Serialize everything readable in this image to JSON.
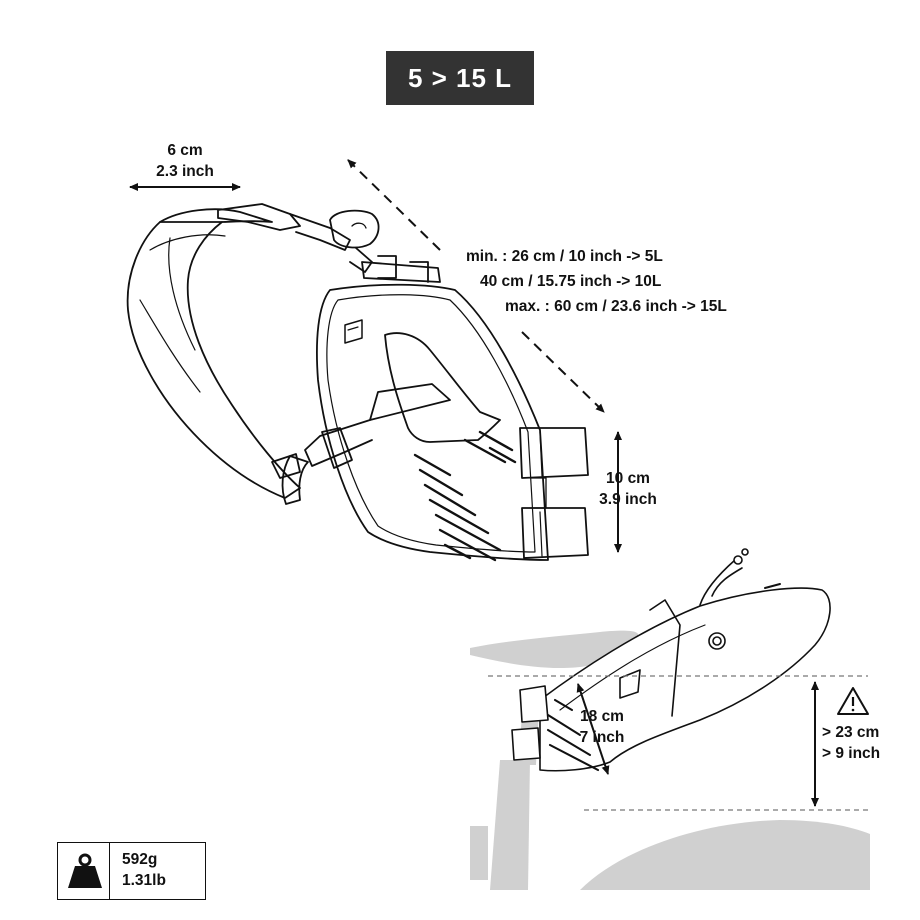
{
  "capacity": {
    "label": "5 > 15 L"
  },
  "width_dim": {
    "cm": "6 cm",
    "inch": "2.3 inch"
  },
  "length_dim": {
    "min": "min. : 26 cm / 10 inch -> 5L",
    "mid": "40 cm / 15.75 inch -> 10L",
    "max": "max. : 60 cm / 23.6 inch -> 15L"
  },
  "height_dim": {
    "cm": "10 cm",
    "inch": "3.9 inch"
  },
  "mount_dim": {
    "cm": "18 cm",
    "inch": "7 inch"
  },
  "clearance_dim": {
    "cm": "> 23 cm",
    "inch": "> 9 inch"
  },
  "weight": {
    "grams": "592g",
    "pounds": "1.31lb"
  },
  "icons": {
    "weight": "weight-icon",
    "warning": "warning-icon"
  },
  "colors": {
    "capacity_bg": "#333333",
    "bike_silhouette": "#d0d0d0",
    "line": "#111111"
  }
}
